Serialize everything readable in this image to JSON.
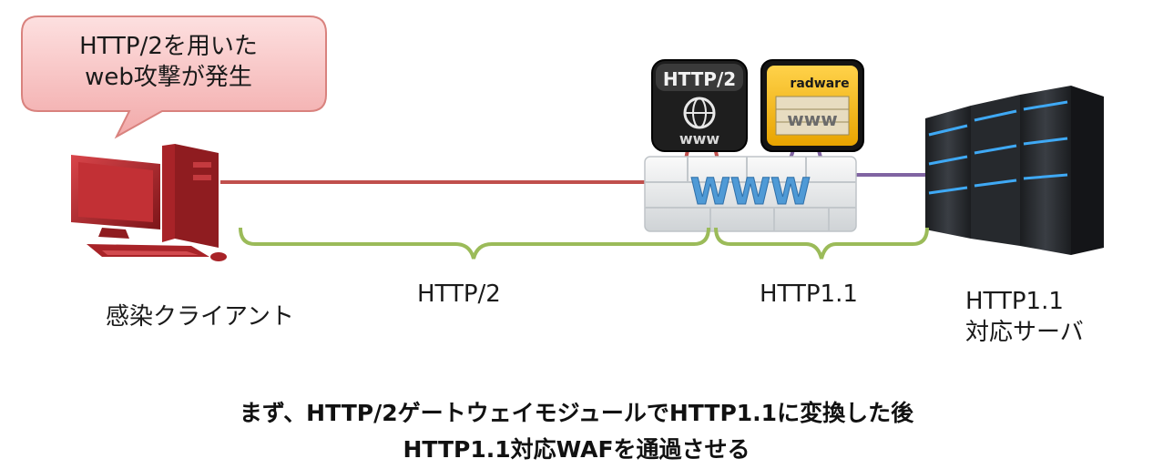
{
  "bubble": {
    "line1": "HTTP/2を用いた",
    "line2": "web攻撃が発生"
  },
  "client_label": "感染クライアント",
  "segment_left_label": "HTTP/2",
  "segment_right_label": "HTTP1.1",
  "server_label": {
    "line1": "HTTP1.1",
    "line2": "対応サーバ"
  },
  "gateway_icon": {
    "top": "HTTP/2",
    "bottom": "www"
  },
  "waf_icon": {
    "brand": "radware",
    "center": "www"
  },
  "wall_text": "WWW",
  "caption": {
    "line1": "まず、HTTP/2ゲートウェイモジュールでHTTP1.1に変換した後",
    "line2": "HTTP1.1対応WAFを通過させる"
  },
  "colors": {
    "http2_line": "#c0504d",
    "http11_line": "#8064a2",
    "bracket": "#9bbb59",
    "bubble_fill": "#f7c6c6",
    "bubble_stroke": "#d9827e",
    "client": "#b8282d",
    "server": "#2b2e33",
    "server_glow": "#3fa9f5"
  }
}
